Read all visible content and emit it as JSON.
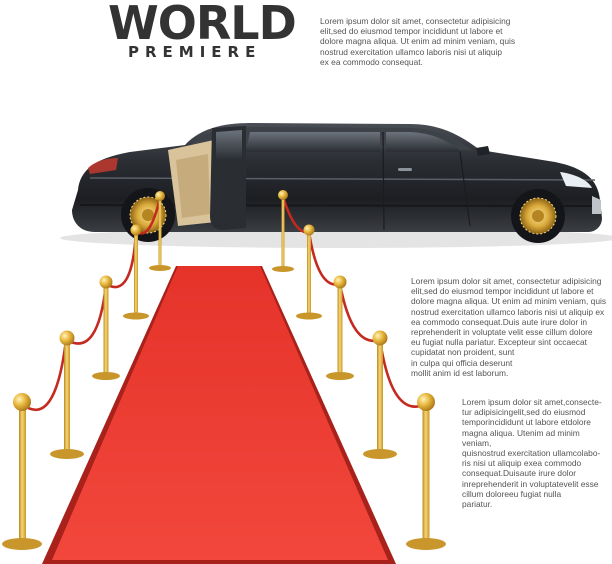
{
  "header": {
    "title": "WORLD",
    "subtitle": "PREMIERE"
  },
  "texts": {
    "p1": "Lorem ipsum dolor sit amet, consectetur adipisicing\nelit,sed do eiusmod tempor incididunt ut labore et\ndolore magna aliqua. Ut enim ad minim veniam, quis\nnostrud exercitation ullamco laboris nisi ut aliquip\nex ea commodo consequat.",
    "p2": "Lorem ipsum dolor sit amet, consectetur adipisicing\nelit,sed do eiusmod tempor incididunt ut labore et\ndolore magna aliqua. Ut enim ad minim veniam, quis\nnostrud exercitation ullamco laboris nisi ut aliquip ex\nea commodo consequat.Duis aute irure dolor in\nreprehenderit in voluptate velit esse cillum dolore\neu fugiat nulla pariatur. Excepteur sint occaecat\ncupidatat non proident, sunt\nin culpa qui officia deserunt\nmollit anim id est laborum.",
    "p3": "Lorem ipsum dolor sit amet,consecte-\ntur adipisicingelit,sed do eiusmod\ntemporincididunt ut labore etdolore\nmagna aliqua. Utenim ad minim veniam,\nquisnostrud exercitation ullamcolabo-\nris nisi ut aliquip exea commodo\nconsequat.Duisaute irure dolor\ninreprehenderit in voluptatevelit esse\ncillum doloreeu fugiat nulla\npariatur."
  },
  "colors": {
    "carpet": "#e8372d",
    "gold": "#e2b53a",
    "rope": "#c8281f",
    "car_body": "#2e3136",
    "text_dark": "#333333"
  },
  "icons": [
    "limousine-illustration",
    "red-carpet-illustration",
    "stanchion-icon",
    "velvet-rope-icon"
  ]
}
